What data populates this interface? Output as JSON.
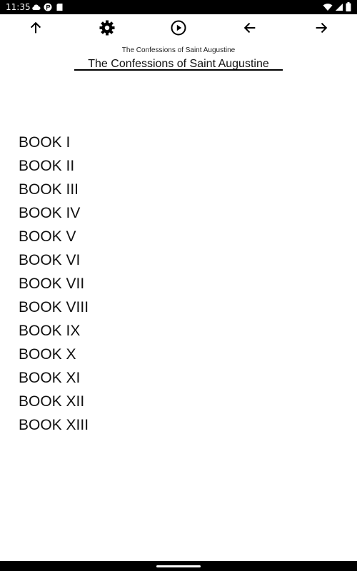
{
  "status_bar": {
    "time": "11:35",
    "left_icons": [
      "cloud-icon",
      "sync-icon",
      "sd-card-icon"
    ],
    "right_icons": [
      "wifi-icon",
      "signal-icon",
      "battery-icon"
    ]
  },
  "toolbar": {
    "buttons": [
      {
        "name": "up-icon"
      },
      {
        "name": "gear-icon"
      },
      {
        "name": "play-icon"
      },
      {
        "name": "back-arrow-icon"
      },
      {
        "name": "forward-arrow-icon"
      }
    ]
  },
  "header": {
    "subtitle": "The Confessions of Saint Augustine",
    "title": "The Confessions of Saint Augustine"
  },
  "books": [
    {
      "label": "BOOK I"
    },
    {
      "label": "BOOK II"
    },
    {
      "label": "BOOK III"
    },
    {
      "label": "BOOK IV"
    },
    {
      "label": "BOOK V"
    },
    {
      "label": "BOOK VI"
    },
    {
      "label": "BOOK VII"
    },
    {
      "label": "BOOK VIII"
    },
    {
      "label": "BOOK IX"
    },
    {
      "label": "BOOK X"
    },
    {
      "label": "BOOK XI"
    },
    {
      "label": "BOOK XII"
    },
    {
      "label": "BOOK XIII"
    }
  ],
  "colors": {
    "background": "#ffffff",
    "text": "#111111",
    "system_bars": "#000000"
  }
}
